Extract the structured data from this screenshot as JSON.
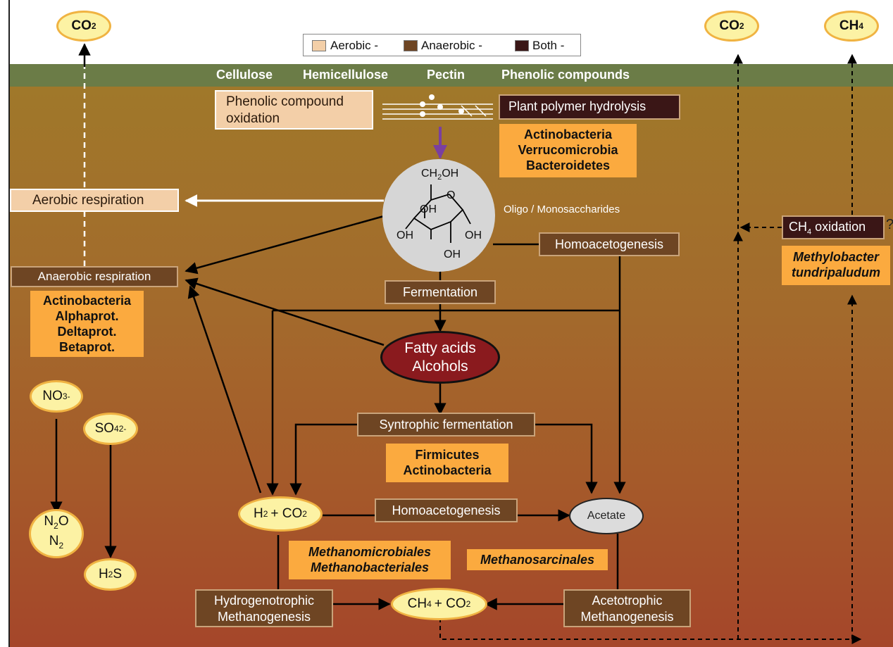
{
  "legend": {
    "aerobic": "Aerobic -",
    "anaerobic": "Anaerobic -",
    "both": "Both -"
  },
  "colors": {
    "aerobic": "#f3cfa8",
    "anaerobic": "#6e4523",
    "both": "#3a1616",
    "organism_box": "#fbaa3f",
    "oval": "#fcf2a4",
    "fatty_acids": "#8a1a1e",
    "band": "#6b7c47"
  },
  "polymers": {
    "cellulose": "Cellulose",
    "hemicellulose": "Hemicellulose",
    "pectin": "Pectin",
    "phenolic": "Phenolic compounds"
  },
  "atmosphere": {
    "co2_left": "CO",
    "co2_left_sub": "2",
    "co2_right": "CO",
    "co2_right_sub": "2",
    "ch4": "CH",
    "ch4_sub": "4"
  },
  "processes": {
    "phenolic_oxidation_1": "Phenolic compound",
    "phenolic_oxidation_2": "oxidation",
    "plant_polymer_hydrolysis": "Plant polymer hydrolysis",
    "aerobic_respiration": "Aerobic respiration",
    "anaerobic_respiration": "Anaerobic respiration",
    "homoacetogenesis_top": "Homoacetogenesis",
    "fermentation": "Fermentation",
    "syntrophic_fermentation": "Syntrophic fermentation",
    "homoacetogenesis_bottom": "Homoacetogenesis",
    "hydrogenotrophic_1": "Hydrogenotrophic",
    "hydrogenotrophic_2": "Methanogenesis",
    "acetotrophic_1": "Acetotrophic",
    "acetotrophic_2": "Methanogenesis",
    "ch4_oxidation": "CH",
    "ch4_oxidation_sub": "4",
    "ch4_oxidation_rest": " oxidation",
    "question": "?"
  },
  "organisms": {
    "hydrolysis": [
      "Actinobacteria",
      "Verrucomicrobia",
      "Bacteroidetes"
    ],
    "anaerobic_respiration": [
      "Actinobacteria",
      "Alphaprot.",
      "Deltaprot.",
      "Betaprot."
    ],
    "syntrophic": [
      "Firmicutes",
      "Actinobacteria"
    ],
    "hydrogenotrophic": [
      "Methanomicrobiales",
      "Methanobacteriales"
    ],
    "acetotrophic": [
      "Methanosarcinales"
    ],
    "methanotroph": [
      "Methylobacter",
      "tundripaludum"
    ]
  },
  "compounds": {
    "saccharides": "Oligo / Monosaccharides",
    "ch2oh": "CH",
    "ch2oh_sub": "2",
    "ch2oh_rest": "OH",
    "ring_o": "O",
    "oh_1": "OH",
    "oh_2": "OH",
    "oh_3": "OH",
    "oh_4": "OH",
    "fatty_acids_1": "Fatty acids",
    "fatty_acids_2": "Alcohols",
    "h2": "H",
    "h2_sub": "2",
    "h2_rest": "+ CO",
    "h2_rest_sub": "2",
    "acetate": "Acetate",
    "ch4co2": "CH",
    "ch4co2_sub": "4",
    "ch4co2_rest": "+ CO",
    "ch4co2_rest_sub": "2",
    "no3": "NO",
    "no3_sub": "3",
    "no3_sup": "-",
    "so4": "SO",
    "so4_sub": "4",
    "so4_sup": "2-",
    "n2o": "N",
    "n2o_sub": "2",
    "n2o_rest": "O",
    "n2": "N",
    "n2_sub": "2",
    "h2s": "H",
    "h2s_sub": "2",
    "h2s_rest": "S"
  }
}
